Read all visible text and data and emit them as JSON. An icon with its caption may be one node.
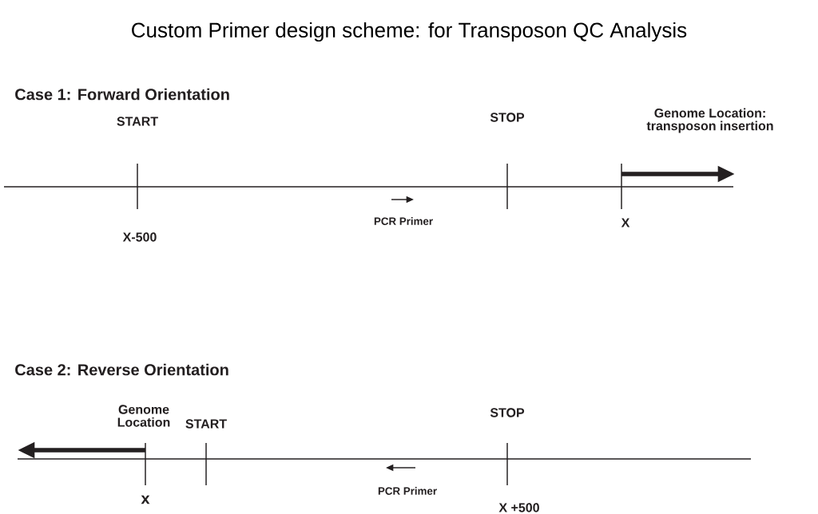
{
  "diagram": {
    "title": "Custom Primer design scheme: for Transposon QC Analysis",
    "labels": [
      "Case 1: Forward Orientation",
      "START",
      "STOP",
      "Genome Location: transposon insertion",
      "X-500",
      "PCR Primer",
      "X",
      "Case 2: Reverse Orientation",
      "Genome Location",
      "START",
      "STOP",
      "PCR Primer",
      "x",
      "X +500"
    ]
  }
}
